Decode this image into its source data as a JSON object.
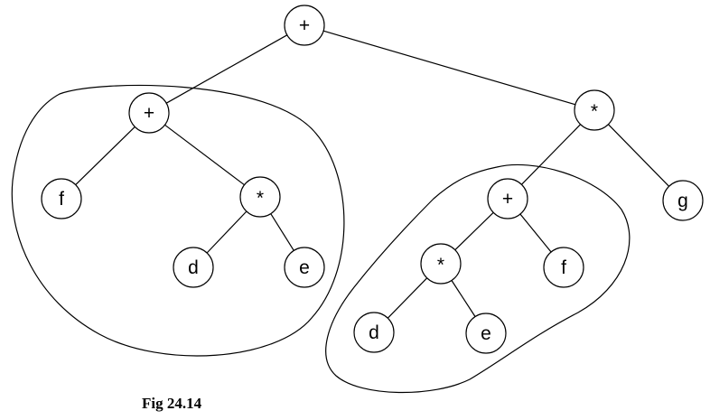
{
  "figure": {
    "caption": "Fig 24.14",
    "nodes": [
      {
        "id": "n1",
        "label": "+"
      },
      {
        "id": "n2",
        "label": "+"
      },
      {
        "id": "n3",
        "label": "f"
      },
      {
        "id": "n4",
        "label": "*"
      },
      {
        "id": "n5",
        "label": "d"
      },
      {
        "id": "n6",
        "label": "e"
      },
      {
        "id": "n7",
        "label": "*"
      },
      {
        "id": "n8",
        "label": "+"
      },
      {
        "id": "n9",
        "label": "g"
      },
      {
        "id": "n10",
        "label": "*"
      },
      {
        "id": "n11",
        "label": "f"
      },
      {
        "id": "n12",
        "label": "d"
      },
      {
        "id": "n13",
        "label": "e"
      }
    ],
    "edges": [
      [
        "n1",
        "n2"
      ],
      [
        "n1",
        "n7"
      ],
      [
        "n2",
        "n3"
      ],
      [
        "n2",
        "n4"
      ],
      [
        "n4",
        "n5"
      ],
      [
        "n4",
        "n6"
      ],
      [
        "n7",
        "n8"
      ],
      [
        "n7",
        "n9"
      ],
      [
        "n8",
        "n10"
      ],
      [
        "n8",
        "n11"
      ],
      [
        "n10",
        "n12"
      ],
      [
        "n10",
        "n13"
      ]
    ],
    "groups": [
      {
        "id": "left-subtree-outline",
        "root": "n2"
      },
      {
        "id": "right-subtree-outline",
        "root": "n8"
      }
    ]
  }
}
